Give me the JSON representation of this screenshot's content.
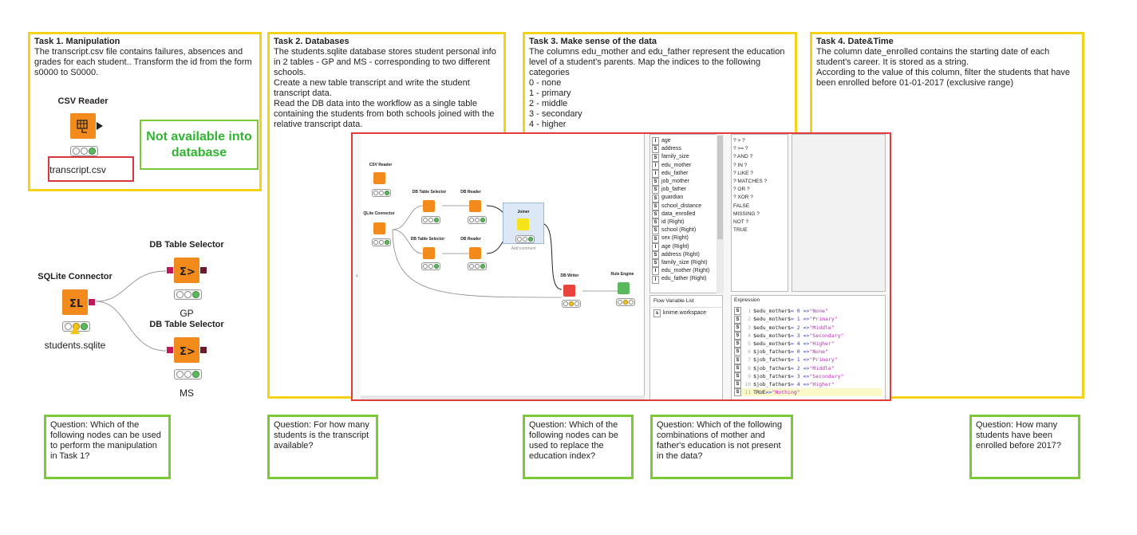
{
  "tasks": [
    {
      "title": "Task 1. Manipulation",
      "body": "The transcript.csv file contains failures, absences and grades for each student.. Transform the id from the form s0000 to S0000."
    },
    {
      "title": "Task 2. Databases",
      "body": "The students.sqlite database stores student personal info in 2 tables - GP and MS - corresponding to two different schools.\nCreate a new table transcript and write the student transcript data.\nRead the DB data into the workflow as a single table containing the students from both schools joined with the relative transcript data."
    },
    {
      "title": "Task 3. Make sense of the data",
      "body": "The columns edu_mother and edu_father represent the education level of a student's parents. Map the indices to the following categories\n0 - none\n1 - primary\n2 - middle\n3 - secondary\n4 - higher"
    },
    {
      "title": "Task 4. Date&Time",
      "body": "The column date_enrolled contains the starting date of each student's career. It is stored as a string.\nAccording to the value of this column, filter the students that have been enrolled before 01-01-2017 (exclusive range)"
    }
  ],
  "left_workflow": {
    "csv_reader_label": "CSV Reader",
    "csv_file": "transcript.csv",
    "not_available": "Not available into database",
    "sqlite_label": "SQLite Connector",
    "sqlite_file": "students.sqlite",
    "selector1_label": "DB Table Selector",
    "selector1_sub": "GP",
    "selector2_label": "DB Table Selector",
    "selector2_sub": "MS"
  },
  "screenshot": {
    "nodes": {
      "csv": "CSV Reader",
      "sqlite": "QLite Connector",
      "sel1": "DB Table Selector",
      "sel2": "DB Table Selector",
      "rd1": "DB Reader",
      "rd2": "DB Reader",
      "joiner": "Joiner",
      "add_comment": "Add comment",
      "writer": "DB Writer",
      "rule": "Rule Engine"
    },
    "columns": [
      "age",
      "address",
      "family_size",
      "edu_mother",
      "edu_father",
      "job_mother",
      "job_father",
      "guardian",
      "school_distance",
      "data_enrolled",
      "id (Right)",
      "school (Right)",
      "sex (Right)",
      "age (Right)",
      "address (Right)",
      "family_size (Right)",
      "edu_mother (Right)",
      "edu_father (Right)"
    ],
    "column_types": [
      "I",
      "S",
      "S",
      "I",
      "I",
      "S",
      "S",
      "S",
      "S",
      "S",
      "S",
      "S",
      "S",
      "I",
      "S",
      "S",
      "I",
      "I"
    ],
    "functions": [
      "? > ?",
      "? >= ?",
      "? AND ?",
      "? IN ?",
      "? LIKE ?",
      "? MATCHES ?",
      "? OR ?",
      "? XOR ?",
      "FALSE",
      "MISSING ?",
      "NOT ?",
      "TRUE"
    ],
    "flow_var_title": "Flow Variable List",
    "flow_var_item": "knime.workspace",
    "expression_title": "Expression",
    "expression_lines": [
      {
        "var": "$edu_mother$",
        "op": "= 0 =>",
        "val": "\"None\""
      },
      {
        "var": "$edu_mother$",
        "op": "= 1 =>",
        "val": "\"Primary\""
      },
      {
        "var": "$edu_mother$",
        "op": "= 2 =>",
        "val": "\"Middle\""
      },
      {
        "var": "$edu_mother$",
        "op": "= 3 =>",
        "val": "\"Secondary\""
      },
      {
        "var": "$edu_mother$",
        "op": "= 4 =>",
        "val": "\"Higher\""
      },
      {
        "var": "$job_father$",
        "op": "= 0 =>",
        "val": "\"None\""
      },
      {
        "var": "$job_father$",
        "op": "= 1 =>",
        "val": "\"Primary\""
      },
      {
        "var": "$job_father$",
        "op": "= 2 =>",
        "val": "\"Middle\""
      },
      {
        "var": "$job_father$",
        "op": "= 3 =>",
        "val": "\"Secondary\""
      },
      {
        "var": "$job_father$",
        "op": "= 4 =>",
        "val": "\"Higher\""
      },
      {
        "var": "TRUE",
        "op": "=>",
        "val": "\"Nothing\""
      }
    ]
  },
  "questions": [
    "Question: Which of the following nodes can be used to perform the manipulation in Task 1?",
    "Question: For how many students is the transcript available?",
    "Question: Which of the following nodes can be used to replace the education index?",
    "Question: Which of the following combinations of mother and father's education is not present in the data?",
    "Question: How many students have been enrolled before 2017?"
  ],
  "colors": {
    "task_border": "#f5d21a",
    "question_border": "#7bc934",
    "node_orange": "#f28a1c",
    "highlight_red": "#e03c3c"
  }
}
